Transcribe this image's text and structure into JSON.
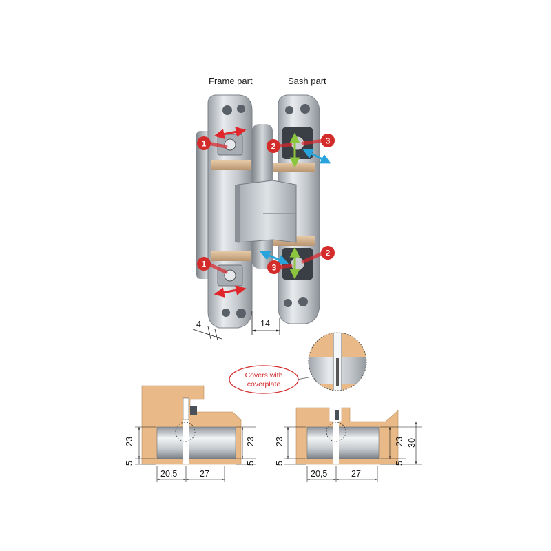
{
  "labels": {
    "frame_part": "Frame part",
    "sash_part": "Sash part",
    "callout_line1": "Covers with",
    "callout_line2": "coverplate"
  },
  "badges": {
    "frame_top": "1",
    "frame_bottom": "1",
    "sash_top_left": "2",
    "sash_top_right": "3",
    "sash_bottom_right": "2",
    "sash_bottom_left": "3"
  },
  "dimensions": {
    "top_gap_left": "4",
    "top_gap_right": "14",
    "left_section": {
      "height_left": "23",
      "offset_left": "5",
      "height_right": "23",
      "offset_right": "5",
      "width_a": "20,5",
      "width_b": "27"
    },
    "right_section": {
      "height_left": "23",
      "offset_left": "5",
      "height_right": "23",
      "offset_right": "5",
      "total_right": "30",
      "width_a": "20,5",
      "width_b": "27"
    }
  },
  "colors": {
    "badge_red": "#d42b2b",
    "arrow_red": "#e0262b",
    "arrow_blue": "#29a3dc",
    "arrow_green": "#8cc63f",
    "wood": "#e9b987",
    "metal": "#c8ccd0"
  }
}
